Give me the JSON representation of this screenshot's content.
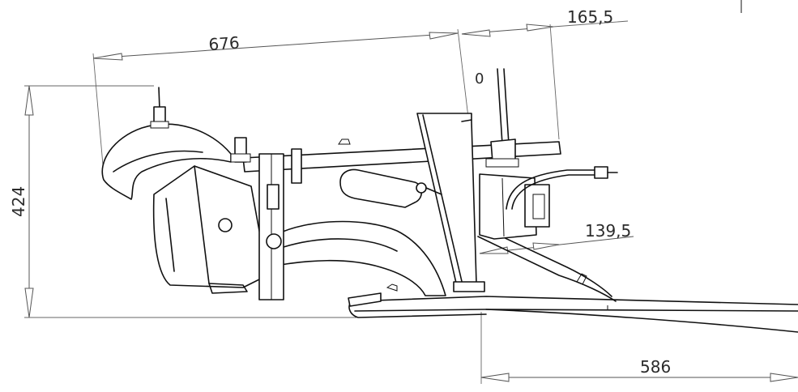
{
  "drawing": {
    "dimensions": {
      "overall_length": "676",
      "top_offset": "165,5",
      "height": "424",
      "side_offset": "139,5",
      "rear_length": "586"
    },
    "stray_label": "0"
  }
}
